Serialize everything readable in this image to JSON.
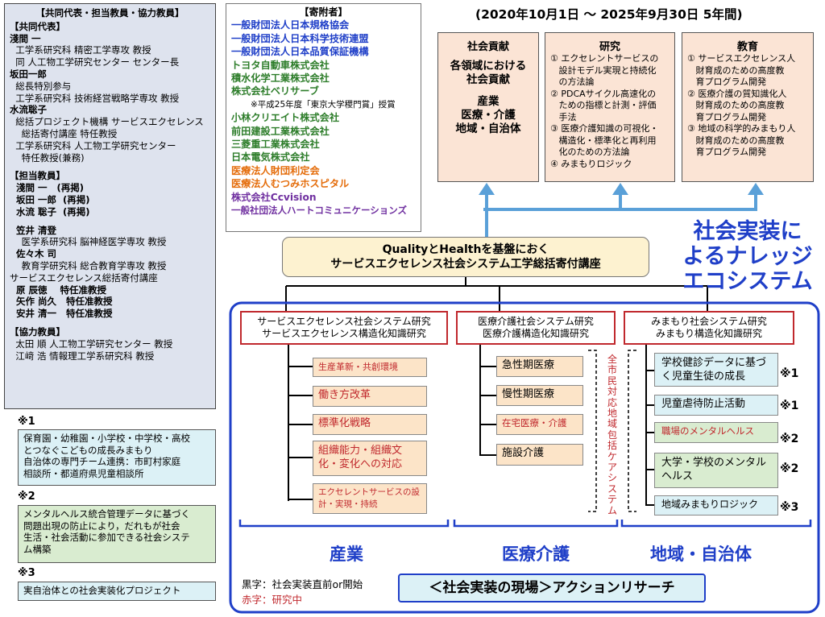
{
  "period": "(2020年10月1日 ～ 2025年9月30日 5年間)",
  "members": {
    "title": "【共同代表・担当教員・協力教員】",
    "rows": [
      "【共同代表】",
      "淺間 一",
      "  工学系研究科 精密工学専攻 教授",
      "  同 人工物工学研究センター センター長",
      "坂田一郎",
      "  総長特別参与",
      "  工学系研究科 技術経営戦略学専攻 教授",
      "水流聡子",
      "  総括プロジェクト機構 サービスエクセレンス",
      "    総括寄付講座 特任教授",
      "  工学系研究科 人工物工学研究センター",
      "    特任教授(兼務)",
      "",
      "【担当教員】",
      "  淺間 一   (再掲)",
      "  坂田 一郎  (再掲)",
      "  水流 聡子  (再掲)",
      "",
      "  笠井 清登",
      "    医学系研究科 脳神経医学専攻 教授",
      "  佐々木 司",
      "    教育学研究科 総合教育学専攻 教授",
      "サービスエクセレンス総括寄付講座",
      "  原 辰徳    特任准教授",
      "  矢作 尚久   特任准教授",
      "  安井 清一   特任准教授",
      "",
      "【協力教員】",
      "  太田 順 人工物工学研究センター 教授",
      "  江﨑 浩 情報理工学系研究科 教授"
    ]
  },
  "notes": [
    {
      "label": "※1",
      "text": [
        "保育園・幼稚園・小学校・中学校・高校",
        "とつなぐこどもの成長みまもり",
        "自治体の専門チーム連携：市町村家庭",
        "相談所・都道府県児童相談所"
      ],
      "color": "#dcf1f6"
    },
    {
      "label": "※2",
      "text": [
        "メンタルヘルス統合管理データに基づく",
        "問題出現の防止により，だれもが社会",
        "生活・社会活動に参加できる社会システ",
        "ム構築"
      ],
      "color": "#d9ecd0"
    },
    {
      "label": "※3",
      "text": [
        "実自治体との社会実装化プロジェクト"
      ],
      "color": "#dcf1f6"
    }
  ],
  "donors": {
    "title": "【寄附者】",
    "items": [
      {
        "text": "一般財団法人日本規格協会",
        "color": "blue"
      },
      {
        "text": "一般財団法人日本科学技術連盟",
        "color": "blue"
      },
      {
        "text": "一般財団法人日本品質保証機構",
        "color": "blue"
      },
      {
        "text": "トヨタ自動車株式会社",
        "color": "green"
      },
      {
        "text": "積水化学工業株式会社",
        "color": "green"
      },
      {
        "text": "株式会社ベリサーブ",
        "color": "green"
      },
      {
        "text": "※平成25年度「東京大学稷門賞」授賞",
        "color": "note"
      },
      {
        "text": "小林クリエイト株式会社",
        "color": "green"
      },
      {
        "text": "前田建設工業株式会社",
        "color": "green"
      },
      {
        "text": "三菱重工業株式会社",
        "color": "green"
      },
      {
        "text": "日本電気株式会社",
        "color": "green"
      },
      {
        "text": "医療法人財団利定会",
        "color": "orange"
      },
      {
        "text": "医療法人むつみホスピタル",
        "color": "orange"
      },
      {
        "text": "株式会社Ccvision",
        "color": "purple"
      },
      {
        "text": "一般社団法人ハートコミュニケーションズ",
        "color": "purple"
      }
    ]
  },
  "top_boxes": {
    "social": {
      "title": "社会貢献",
      "lines": [
        "各領域における",
        "社会貢献",
        "",
        "産業",
        "医療・介護",
        "地域・自治体"
      ]
    },
    "research": {
      "title": "研究",
      "lines": [
        "① エクセレントサービスの",
        "   設計モデル実現と持続化",
        "   の方法論",
        "② PDCAサイクル高速化の",
        "   ための指標と計測・評価",
        "   手法",
        "③ 医療介護知識の可視化・",
        "   構造化・標準化と再利用",
        "   化のための方法論",
        "④ みまもりロジック"
      ]
    },
    "education": {
      "title": "教育",
      "lines": [
        "① サービスエクセレンス人",
        "   財育成のための高度教",
        "   育プログラム開発",
        "② 医療介護の質知識化人",
        "   財育成のための高度教",
        "   育プログラム開発",
        "③ 地域の科学的みまもり人",
        "   財育成のための高度教",
        "   育プログラム開発"
      ]
    }
  },
  "ecosystem_label": [
    "社会実装に",
    "よるナレッジ",
    "エコシステム"
  ],
  "central": [
    "QualityとHealthを基盤におく",
    "サービスエクセレンス社会システム工学総括寄付講座"
  ],
  "labs": [
    {
      "lines": [
        "サービスエクセレンス社会システム研究",
        "サービスエクセレンス構造化知識研究"
      ]
    },
    {
      "lines": [
        "医療介護社会システム研究",
        "医療介護構造化知識研究"
      ]
    },
    {
      "lines": [
        "みまもり社会システム研究",
        "みまもり構造化知識研究"
      ]
    }
  ],
  "industry_items": [
    {
      "text": "生産革新・共創環境",
      "red": true
    },
    {
      "text": "働き方改革",
      "red": true
    },
    {
      "text": "標準化戦略",
      "red": true
    },
    {
      "text": "組織能力・組織文化・変化への対応",
      "red": true
    },
    {
      "text": "エクセレントサービスの設計・実現・持続",
      "red": true
    }
  ],
  "medical_items": [
    {
      "text": "急性期医療",
      "red": false
    },
    {
      "text": "慢性期医療",
      "red": false
    },
    {
      "text": "在宅医療・介護",
      "red": true
    },
    {
      "text": "施設介護",
      "red": false
    }
  ],
  "care_system_label": "全市民対応地域包括ケアシステム",
  "community_items": [
    {
      "text": "学校健診データに基づく児童生徒の成長",
      "mark": "※1",
      "red": false,
      "color": "#dcf1f6"
    },
    {
      "text": "児童虐待防止活動",
      "mark": "※1",
      "red": false,
      "color": "#dcf1f6"
    },
    {
      "text": "職場のメンタルヘルス",
      "mark": "※2",
      "red": true,
      "color": "#d9ecd0"
    },
    {
      "text": "大学・学校のメンタルヘルス",
      "mark": "※2",
      "red": false,
      "color": "#d9ecd0"
    },
    {
      "text": "地域みまもりロジック",
      "mark": "※3",
      "red": false,
      "color": "#dcf1f6"
    }
  ],
  "domains": [
    "産業",
    "医療介護",
    "地域・自治体"
  ],
  "legend": {
    "black": "黒字：社会実装直前or開始",
    "red": "赤字：研究中"
  },
  "action_research": "＜社会実装の現場＞アクションリサーチ"
}
